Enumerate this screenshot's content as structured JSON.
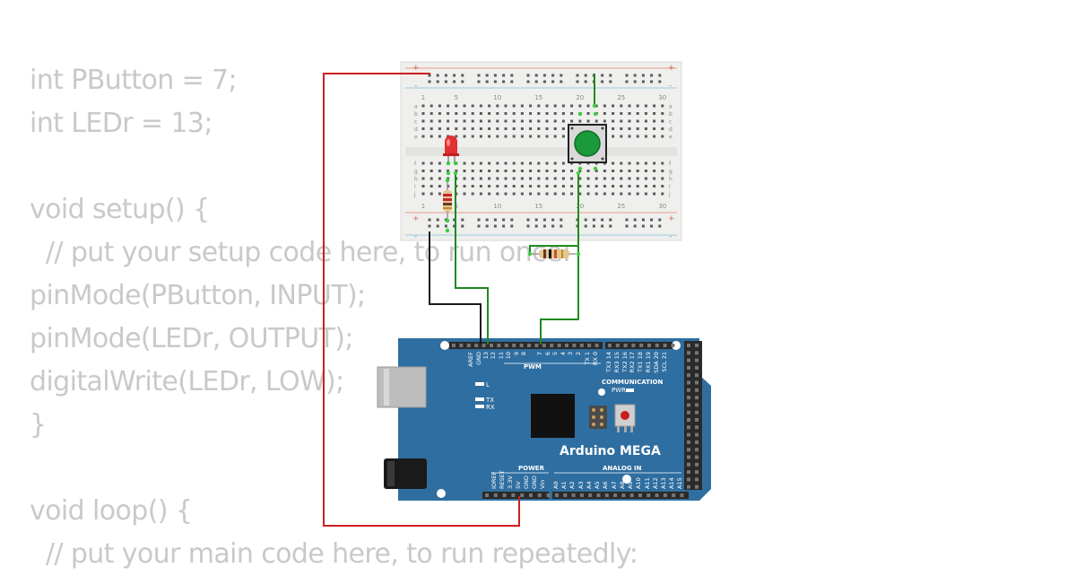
{
  "code_lines": [
    "int PButton = 7;",
    "int LEDr = 13;",
    "",
    "void setup() {",
    "  // put your setup code here, to run once:",
    "pinMode(PButton, INPUT);",
    "pinMode(LEDr, OUTPUT);",
    "digitalWrite(LEDr, LOW);",
    "}",
    "",
    "void loop() {",
    "  // put your main code here, to run repeatedly:"
  ],
  "breadboard": {
    "column_numbers": [
      "1",
      "5",
      "10",
      "15",
      "20",
      "25",
      "30"
    ],
    "rows_top": [
      "a",
      "b",
      "c",
      "d",
      "e"
    ],
    "rows_bottom": [
      "f",
      "g",
      "h",
      "i",
      "j"
    ],
    "rail_plus": "+",
    "rail_minus": "-"
  },
  "board": {
    "name": "Arduino MEGA",
    "pwm_label": "PWM",
    "communication_label": "COMMUNICATION",
    "power_label": "POWER",
    "analog_label": "ANALOG IN",
    "pwr_led_label": "PWR",
    "l_led_label": "L",
    "tx_led_label": "TX",
    "rx_led_label": "RX",
    "top_pins_left": [
      "AREF",
      "GND",
      "13",
      "12",
      "11",
      "10",
      "9",
      "8"
    ],
    "top_pins_mid": [
      "7",
      "6",
      "5",
      "4",
      "3",
      "2",
      "TX 1",
      "RX 0"
    ],
    "top_pins_comm": [
      "TX3 14",
      "RX3 15",
      "TX2 16",
      "RX2 17",
      "TX1 18",
      "RX1 19",
      "SDA 20",
      "SCL 21"
    ],
    "power_pins": [
      "IOREF",
      "RESET",
      "3.3V",
      "5V",
      "GND",
      "GND",
      "Vin"
    ],
    "analog_pins": [
      "A0",
      "A1",
      "A2",
      "A3",
      "A4",
      "A5",
      "A6",
      "A7",
      "A8",
      "A9",
      "A10",
      "A11",
      "A12",
      "A13",
      "A14",
      "A15"
    ]
  },
  "colors": {
    "code_text": "#c9c9c9",
    "wire_red": "#cc1f1f",
    "wire_black": "#1a1a1a",
    "wire_green": "#1f8a1f",
    "board_blue": "#2f6ea0",
    "breadboard_bg": "#efefed",
    "button_green": "#1a9a3a",
    "led_red": "#e03030"
  }
}
